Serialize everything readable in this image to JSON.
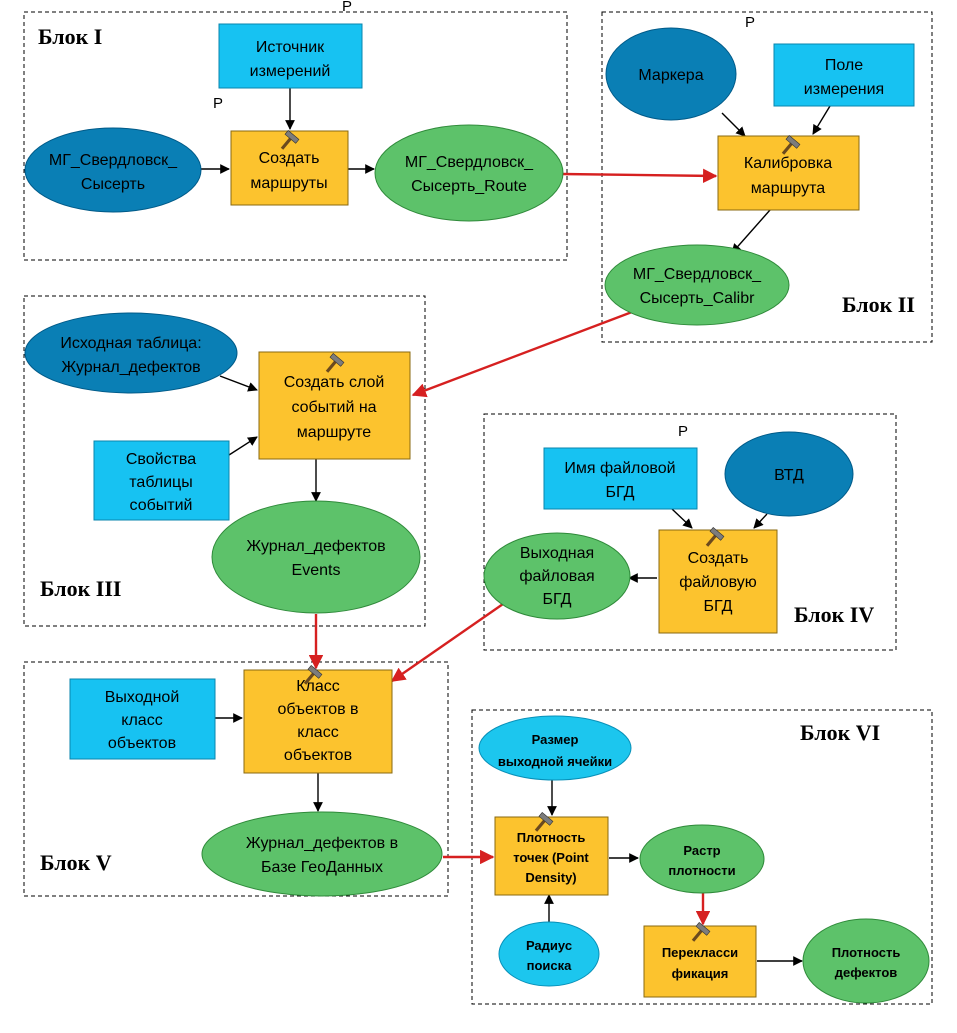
{
  "blocks": {
    "b1": "Блок I",
    "b2": "Блок II",
    "b3": "Блок III",
    "b4": "Блок IV",
    "b5": "Блок V",
    "b6": "Блок VI"
  },
  "param_marker": "P",
  "nodes": {
    "source": [
      "Источник",
      "измерений"
    ],
    "mg_sysert": [
      "МГ_Свердловск_",
      "Сысерть"
    ],
    "create_routes": [
      "Создать",
      "маршруты"
    ],
    "mg_route": [
      "МГ_Свердловск_",
      "Сысерть_Route"
    ],
    "markers": [
      "Маркера"
    ],
    "measure_field": [
      "Поле",
      "измерения"
    ],
    "calibrate": [
      "Калибровка",
      "маршрута"
    ],
    "mg_calibr": [
      "МГ_Свердловск_",
      "Сысерть_Calibr"
    ],
    "input_table": [
      "Исходная таблица:",
      "Журнал_дефектов"
    ],
    "event_props": [
      "Свойства",
      "таблицы",
      "событий"
    ],
    "make_event_layer": [
      "Создать слой",
      "событий на",
      "маршруте"
    ],
    "events": [
      "Журнал_дефектов",
      "Events"
    ],
    "gdb_name": [
      "Имя файловой",
      "БГД"
    ],
    "vtd": [
      "ВТД"
    ],
    "out_gdb": [
      "Выходная",
      "файловая",
      "БГД"
    ],
    "create_gdb": [
      "Создать",
      "файловую",
      "БГД"
    ],
    "out_fc": [
      "Выходной",
      "класс",
      "объектов"
    ],
    "fc_to_fc": [
      "Класс",
      "объектов в",
      "класс",
      "объектов"
    ],
    "gdb_journal": [
      "Журнал_дефектов в",
      "Базе ГеоДанных"
    ],
    "cell_size": [
      "Размер",
      "выходной ячейки"
    ],
    "point_density": [
      "Плотность",
      "точек (Point",
      "Density)"
    ],
    "radius": [
      "Радиус",
      "поиска"
    ],
    "density_raster": [
      "Растр",
      "плотности"
    ],
    "reclass": [
      "Перекласси",
      "фикация"
    ],
    "defect_density": [
      "Плотность",
      "дефектов"
    ]
  }
}
